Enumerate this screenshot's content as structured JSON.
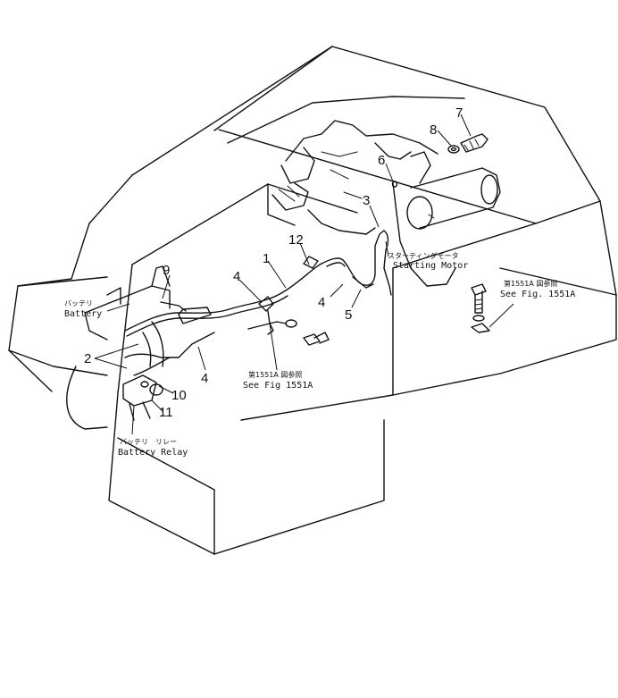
{
  "callouts": [
    {
      "id": "1",
      "text": "1"
    },
    {
      "id": "2",
      "text": "2"
    },
    {
      "id": "3",
      "text": "3"
    },
    {
      "id": "4a",
      "text": "4"
    },
    {
      "id": "4b",
      "text": "4"
    },
    {
      "id": "4c",
      "text": "4"
    },
    {
      "id": "5",
      "text": "5"
    },
    {
      "id": "6",
      "text": "6"
    },
    {
      "id": "7",
      "text": "7"
    },
    {
      "id": "8",
      "text": "8"
    },
    {
      "id": "9",
      "text": "9"
    },
    {
      "id": "10",
      "text": "10"
    },
    {
      "id": "11",
      "text": "11"
    },
    {
      "id": "12",
      "text": "12"
    }
  ],
  "labels": {
    "battery_jp": "バッテリ",
    "battery_en": "Battery",
    "battery_relay_jp": "バッテリ　リレー",
    "battery_relay_en": "Battery  Relay",
    "starting_motor_jp": "スターティングモータ",
    "starting_motor_en": "Starting  Motor",
    "see_fig_left_jp": "第1551A 図参照",
    "see_fig_left_en": "See Fig  1551A",
    "see_fig_right_jp": "第1551A 図参照",
    "see_fig_right_en": "See Fig. 1551A"
  }
}
